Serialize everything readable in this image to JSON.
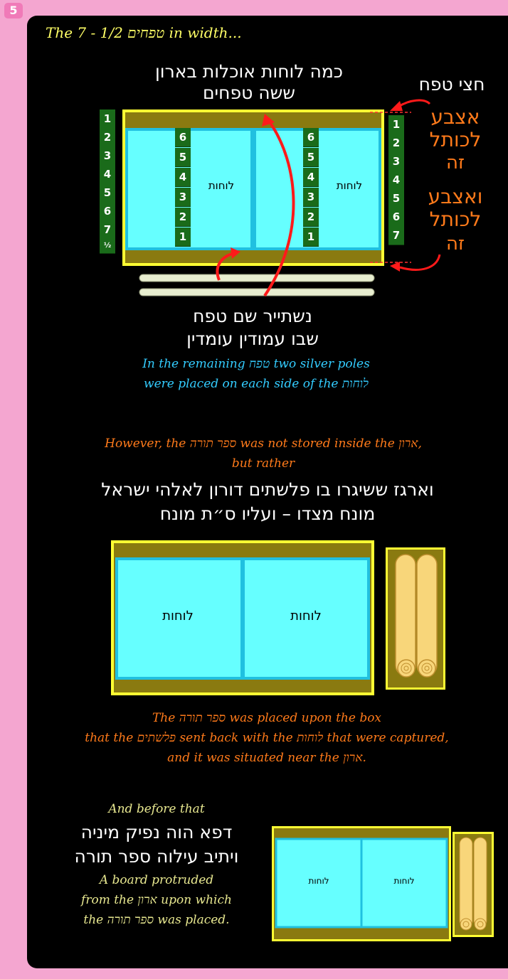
{
  "page_number": "5",
  "header": "The 7 - 1/2 טפחים in width...",
  "top_title_line1": "כמה לוחות אוכלות בארון",
  "top_title_line2": "ששה טפחים",
  "half_tefach": "חצי טפח",
  "etzba_1_line1": "אצבע",
  "etzba_1_line2": "לכותל",
  "etzba_1_line3": "זה",
  "etzba_2_line1": "ואצבע",
  "etzba_2_line2": "לכותל",
  "etzba_2_line3": "זה",
  "luchot_label": "לוחות",
  "outer_numbers": [
    "1",
    "2",
    "3",
    "4",
    "5",
    "6",
    "7",
    "½"
  ],
  "inner_numbers": [
    "1",
    "2",
    "3",
    "4",
    "5",
    "6"
  ],
  "remain_line1": "נשתייר שם טפח",
  "remain_line2": "שבו עמודין עומדין",
  "remain_en_line1": "In the remaining טפח two silver poles",
  "remain_en_line2": "were placed on each side of the לוחות",
  "however_line1": "However, the ספר תורה was not stored inside the ארון,",
  "however_line2": "but rather",
  "argaz_line1": "וארגז ששיגרו בו פלשתים דורון לאלהי ישראל",
  "argaz_line2": "מונח מצדו – ועליו ס״ת מונח",
  "placed_line1": "The ספר תורה was placed upon the box",
  "placed_line2": "that the פלשתים sent back with the לוחות that were captured,",
  "placed_line3": "and it was situated near the ארון.",
  "before_that": "And before that",
  "dafa_line1": "דפא הוה נפיק מיניה",
  "dafa_line2": "ויתיב עילוה ספר תורה",
  "board_line1": "A board protruded",
  "board_line2": "from the ארון upon which",
  "board_line3": "the ספר תורה was placed.",
  "colors": {
    "background": "#f4a6d0",
    "panel": "#000000",
    "frame": "#ffff33",
    "wood": "#8a7a10",
    "tablet": "#66ffff",
    "tablet_border": "#20c0e0",
    "number_box": "#1a6b1a",
    "arrow": "#ff2020",
    "scroll": "#f8d67a"
  }
}
